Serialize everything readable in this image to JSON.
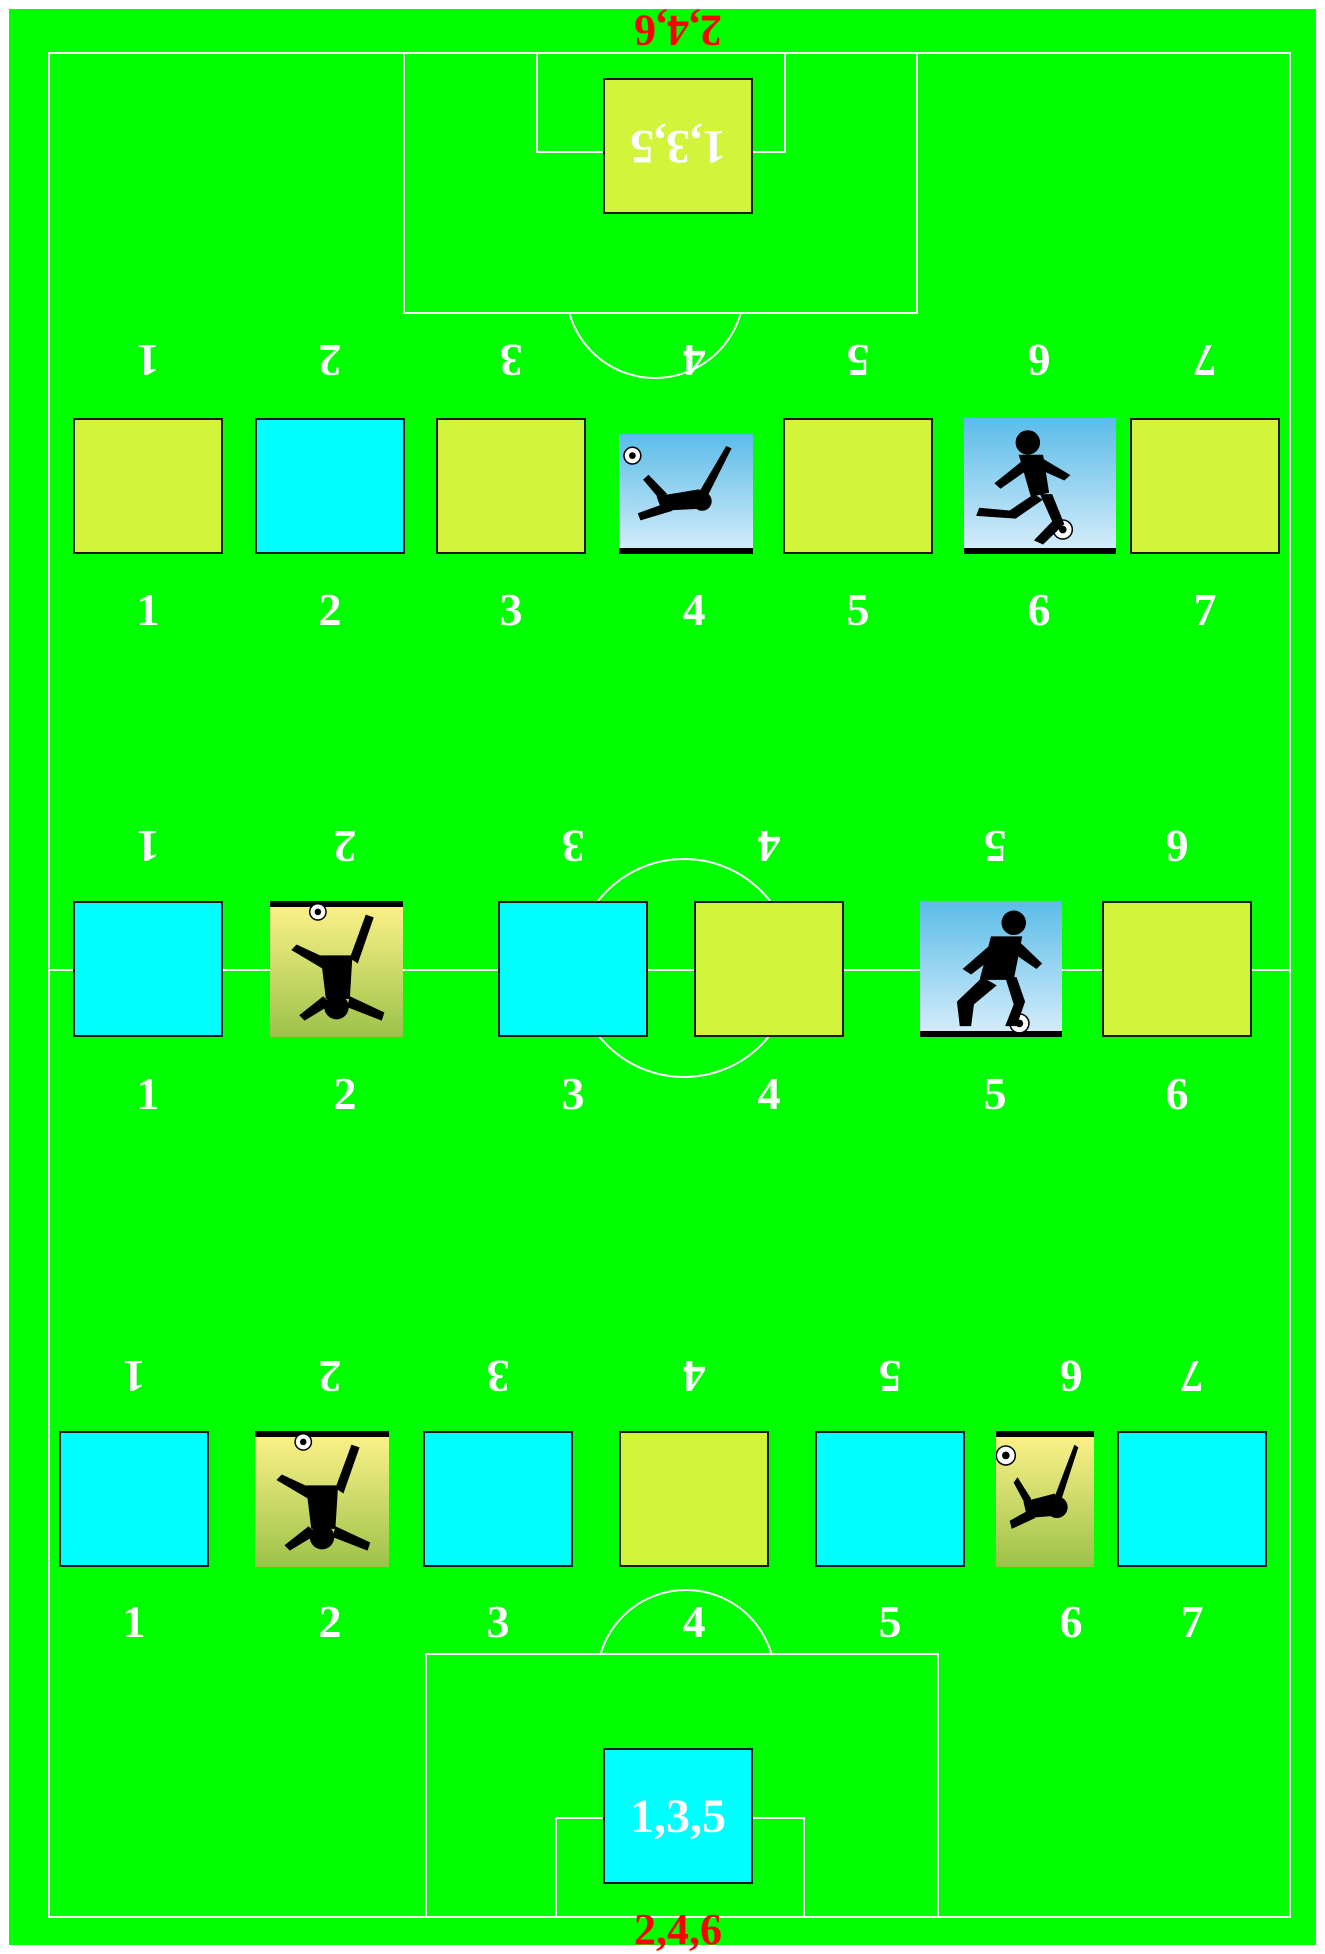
{
  "colors": {
    "pitch": "#00ff00",
    "lines": "#ffffff",
    "tile_lime": "#d2f53b",
    "tile_cyan": "#00ffff",
    "label_red": "#ff0000"
  },
  "top_goal": {
    "tile_label": "1,3,5",
    "dice_label": "2,4,6"
  },
  "bottom_goal": {
    "tile_label": "1,3,5",
    "dice_label": "2,4,6"
  },
  "row_top": {
    "labels": [
      "1",
      "2",
      "3",
      "4",
      "5",
      "6",
      "7"
    ],
    "tiles": [
      {
        "kind": "lime"
      },
      {
        "kind": "cyan"
      },
      {
        "kind": "lime"
      },
      {
        "kind": "photo",
        "scene": "player-bicycle-kick-icon"
      },
      {
        "kind": "lime"
      },
      {
        "kind": "photo",
        "scene": "player-running-icon"
      },
      {
        "kind": "lime"
      }
    ]
  },
  "row_middle": {
    "labels": [
      "1",
      "2",
      "3",
      "4",
      "5",
      "6"
    ],
    "tiles": [
      {
        "kind": "cyan"
      },
      {
        "kind": "photo",
        "scene": "player-overhead-kick-icon"
      },
      {
        "kind": "cyan"
      },
      {
        "kind": "lime"
      },
      {
        "kind": "photo",
        "scene": "player-dribbling-icon"
      },
      {
        "kind": "lime"
      }
    ]
  },
  "row_bottom": {
    "labels": [
      "1",
      "2",
      "3",
      "4",
      "5",
      "6",
      "7"
    ],
    "tiles": [
      {
        "kind": "cyan"
      },
      {
        "kind": "photo",
        "scene": "player-overhead-kick-icon"
      },
      {
        "kind": "cyan"
      },
      {
        "kind": "lime"
      },
      {
        "kind": "cyan"
      },
      {
        "kind": "photo",
        "scene": "player-bicycle-kick-icon"
      },
      {
        "kind": "cyan"
      }
    ]
  }
}
